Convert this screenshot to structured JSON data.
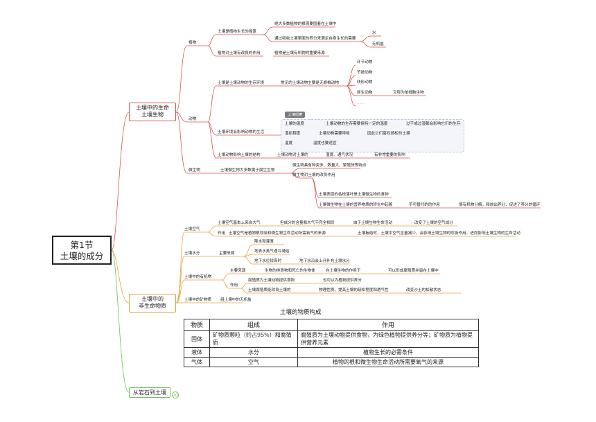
{
  "root": {
    "line1": "第1节",
    "line2": "土壤的成分"
  },
  "branches": {
    "life": {
      "line1": "土壤中的生命",
      "line2": "土壤生物"
    },
    "nonlife": {
      "line1": "土壤中的",
      "line2": "非生命物质"
    },
    "rock": {
      "label": "从岩石到土壤",
      "badge": "20"
    }
  },
  "plants": {
    "label": "植物",
    "role": "土壤是植物生长的摇篮",
    "fix": "绝大多数植物的根需要固着在土壤中",
    "absorb": "通过吸收土壤里面的养分来满足自身生长的需要",
    "water": "水",
    "salt": "无机盐",
    "effect": "植物对土壤有改良的作用",
    "effect_detail": "植物是土壤有机物的重要来源"
  },
  "animals": {
    "label": "动物",
    "habitat": "土壤是土壤动物的生存环境",
    "common": "常见的土壤动物主要是无脊椎动物",
    "kinds": [
      "环节动物",
      "节肢动物",
      "线形动物",
      "原生动物",
      "……"
    ],
    "protozoa_note": "又称为单细胞生物",
    "factors": "土壤环境会影响动物的生活",
    "tag": "土壤因素",
    "temp": "土壤的温度",
    "temp_note": "土壤动物的生存需要保持一定的温度",
    "temp_note2": "过干或过湿都会影响它们的生存",
    "moist": "湿松程度",
    "moist_note": "土壤动物需要呼吸",
    "moist_note2": "因此它们喜欢疏松的土壤",
    "light": "温度",
    "light_note": "温度也要适宜",
    "impact": "土壤动物影响土壤的结构",
    "impact_note": "土壤动物对土壤的",
    "impact_items": "湿度、通气状况",
    "impact_result": "有非常重要的影响"
  },
  "microbes": {
    "label": "微生物",
    "desc": "土壤微生物大多数属于腐生生物",
    "feature": "微生物具有种类多、数量大、繁殖快等特点",
    "role": "微生物对土壤的改良作用",
    "food": "土壤表层的枯枝落叶是土壤微生物的食物",
    "decompose": "土壤微生物在土壤的营养物质的转化中起着",
    "decompose2": "不可替代的的作用",
    "decompose3": "使有机物分解，释放出养分，促进了养分的循环"
  },
  "air": {
    "label": "土壤空气",
    "comp": "土壤空气基本上来自大气",
    "comp_note": "但成分的含量和大气不完全相同",
    "comp_reason": "由于土壤生物生命活动",
    "comp_result": "改变了土壤的空气成分",
    "use": "作用",
    "use_note": "土壤空气是植物根呼吸和微生物生命活动所需氧气的来源",
    "use_note2": "土壤板结时，土壤中空气含量减少，会影响土壤生物的呼吸作用，进而影响土壤生物的生命活动"
  },
  "water": {
    "label": "土壤水分",
    "source": "主要来源",
    "s1": "降水和灌溉",
    "s2": "地表水蒸气遇冷凝结",
    "s3": "地下水位较高时",
    "s3_note": "地下水沿会上升补充土壤水分"
  },
  "organic": {
    "label": "土壤中的有机物",
    "source": "主要来源",
    "source_note": "生物的排泄物和死亡的生物体",
    "source_note2": "在土壤生物的作用下",
    "source_note3": "可以形成腐殖质并留在土壤中",
    "use": "作用",
    "use1": "腐殖质为土壤动物提供食物",
    "use1_note": "也可以为植物提供养分",
    "use2": "土壤腐殖质能改良土壤的",
    "use2_note": "物理性质，提高土壤的疏松程度和透气性",
    "use2_note2": "改变沙土的松散状态"
  },
  "mineral": {
    "label": "土壤中的矿物质",
    "note": "组土壤中的无机盐"
  },
  "table": {
    "title": "土壤的物质构成",
    "headers": [
      "物质",
      "组成",
      "作用"
    ],
    "rows": [
      [
        "固体",
        "矿物质颗粒（约占95%）和腐殖质",
        "腐殖质为土壤动物提供食物，为绿色植物提供养分等；矿物质为植物提供营养元素"
      ],
      [
        "液体",
        "水分",
        "植物生长的必需条件"
      ],
      [
        "气体",
        "空气",
        "植物的根和微生物生命活动所需要氧气的来源"
      ]
    ]
  }
}
